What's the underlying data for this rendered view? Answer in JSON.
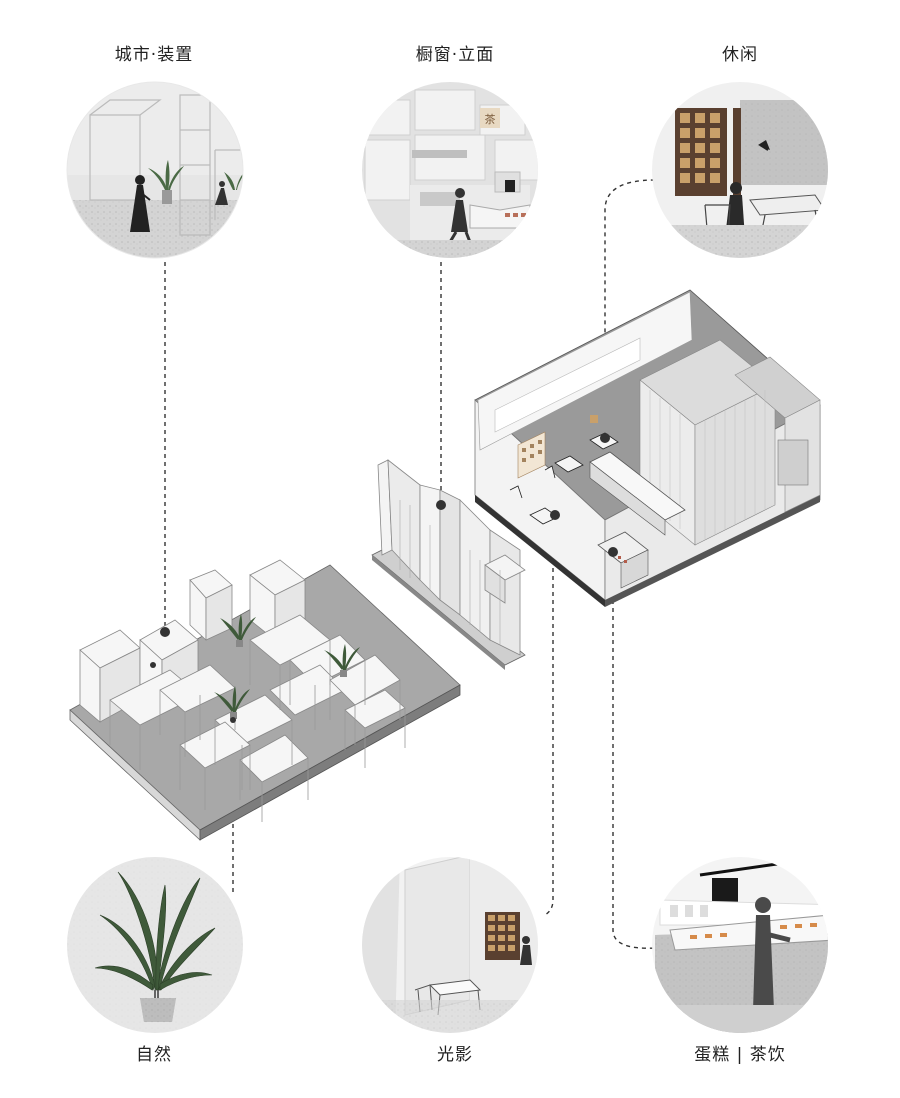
{
  "labels": {
    "urban_installation": "城市·装置",
    "window_facade": "橱窗·立面",
    "leisure": "休闲",
    "nature": "自然",
    "light_shadow": "光影",
    "cake_tea": "蛋糕 | 茶饮"
  },
  "colors": {
    "floor_gray": "#9a9a9a",
    "light_gray": "#dcdcdc",
    "wall_white": "#f4f4f4",
    "line": "#333333",
    "accent_brown": "#5a4030",
    "plant_green": "#3f5a3a"
  }
}
